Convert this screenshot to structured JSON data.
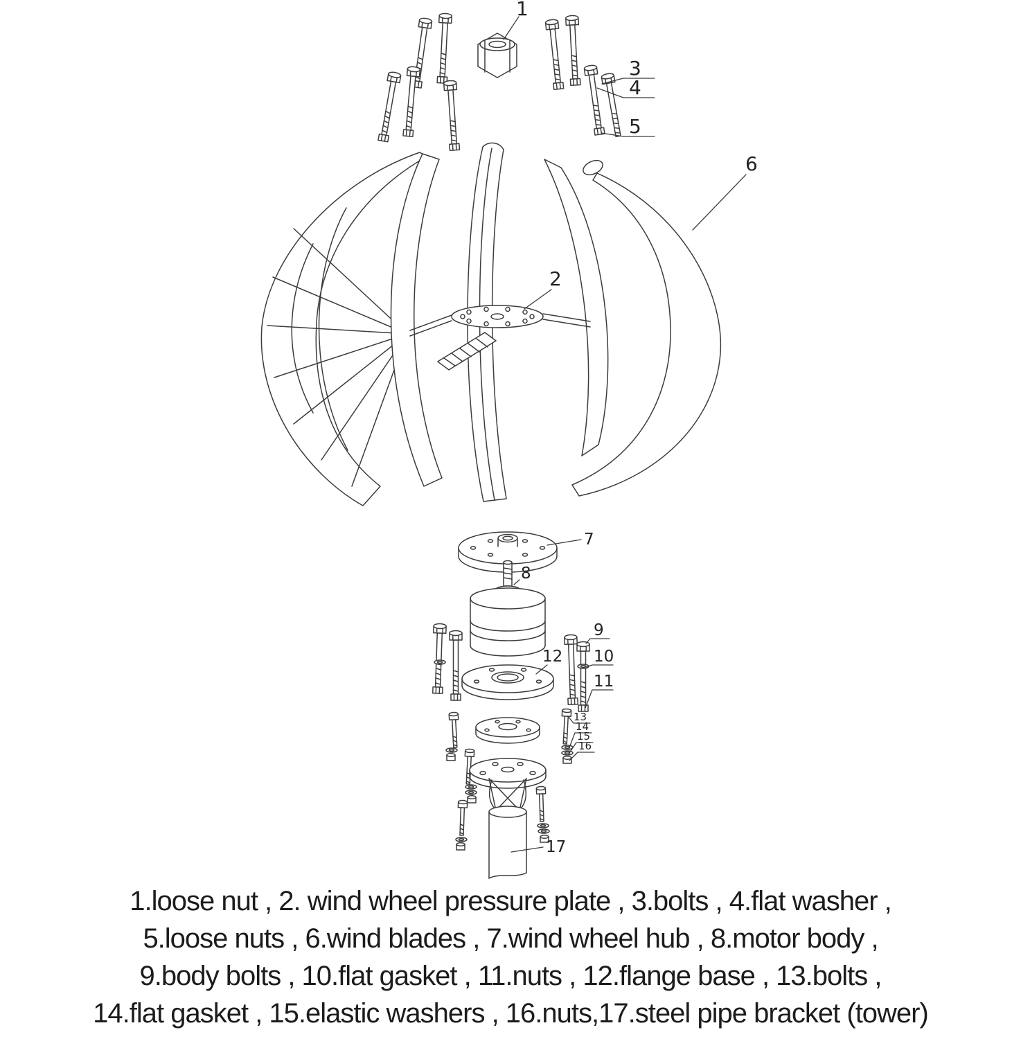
{
  "diagram": {
    "labels": {
      "n1": "1",
      "n2": "2",
      "n3": "3",
      "n4": "4",
      "n5": "5",
      "n6": "6",
      "n7": "7",
      "n8": "8",
      "n9": "9",
      "n10": "10",
      "n11": "11",
      "n12": "12",
      "n13": "13",
      "n14": "14",
      "n15": "15",
      "n16": "16",
      "n17": "17"
    }
  },
  "caption": {
    "lines": [
      "1.loose nut , 2. wind wheel pressure plate , 3.bolts , 4.flat washer ,",
      "5.loose nuts , 6.wind blades , 7.wind wheel hub , 8.motor body ,",
      "9.body bolts , 10.flat gasket , 11.nuts , 12.flange base , 13.bolts ,",
      "14.flat gasket , 15.elastic washers , 16.nuts,17.steel pipe bracket (tower)"
    ]
  },
  "colors": {
    "line": "#3c3c3c",
    "text": "#1c1c1c",
    "background": "#ffffff"
  }
}
